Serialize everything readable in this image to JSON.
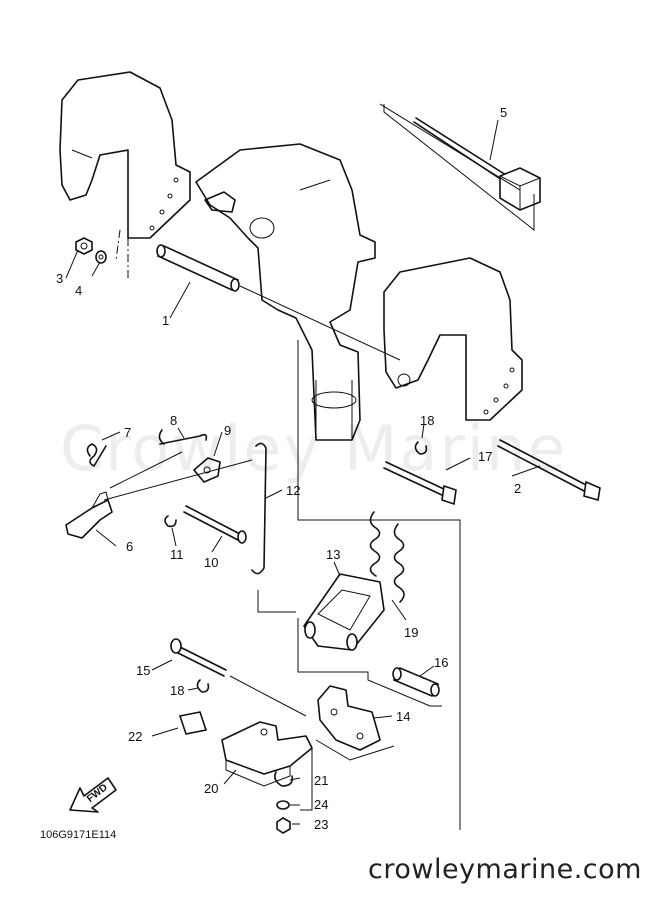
{
  "diagram": {
    "doc_code": "106G9171E114",
    "watermark": "Crowley Marine",
    "footer": "crowleymarine.com",
    "fwd_label": "FWD",
    "parts": [
      {
        "id": "1",
        "label": "1"
      },
      {
        "id": "2",
        "label": "2"
      },
      {
        "id": "3",
        "label": "3"
      },
      {
        "id": "4",
        "label": "4"
      },
      {
        "id": "5",
        "label": "5"
      },
      {
        "id": "6",
        "label": "6"
      },
      {
        "id": "7",
        "label": "7"
      },
      {
        "id": "8",
        "label": "8"
      },
      {
        "id": "9",
        "label": "9"
      },
      {
        "id": "10",
        "label": "10"
      },
      {
        "id": "11",
        "label": "11"
      },
      {
        "id": "12",
        "label": "12"
      },
      {
        "id": "13",
        "label": "13"
      },
      {
        "id": "14",
        "label": "14"
      },
      {
        "id": "15",
        "label": "15"
      },
      {
        "id": "16",
        "label": "16"
      },
      {
        "id": "17",
        "label": "17"
      },
      {
        "id": "18a",
        "label": "18"
      },
      {
        "id": "18b",
        "label": "18"
      },
      {
        "id": "19",
        "label": "19"
      },
      {
        "id": "20",
        "label": "20"
      },
      {
        "id": "21",
        "label": "21"
      },
      {
        "id": "22",
        "label": "22"
      },
      {
        "id": "23",
        "label": "23"
      },
      {
        "id": "24",
        "label": "24"
      }
    ]
  }
}
